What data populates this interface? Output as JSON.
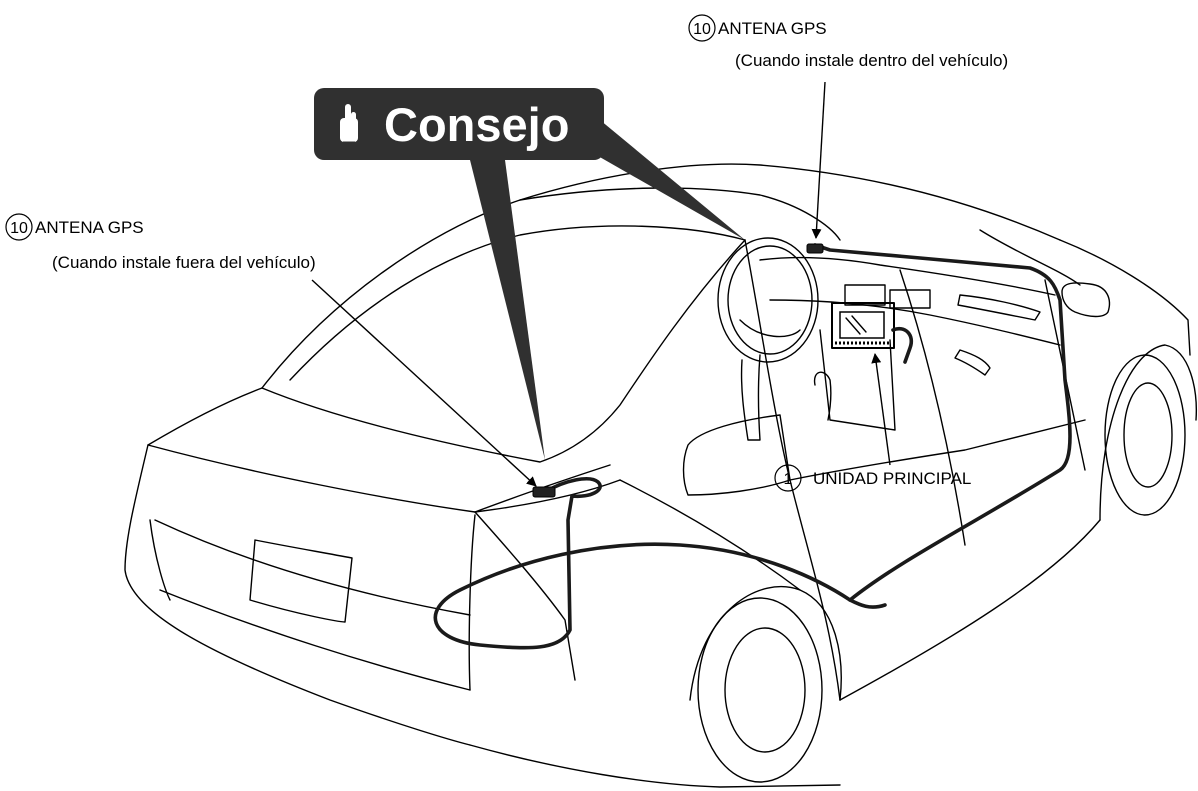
{
  "tip_banner": {
    "label": "Consejo",
    "icon": "pointing-hand-icon"
  },
  "callouts": [
    {
      "number": "10",
      "title": "ANTENA GPS",
      "subtitle": "(Cuando instale dentro del vehículo)"
    },
    {
      "number": "10",
      "title": "ANTENA GPS",
      "subtitle": "(Cuando instale fuera del vehículo)"
    },
    {
      "number": "1",
      "title": "UNIDAD PRINCIPAL"
    }
  ],
  "colors": {
    "banner": "#303030",
    "line": "#000000",
    "background": "#ffffff"
  }
}
